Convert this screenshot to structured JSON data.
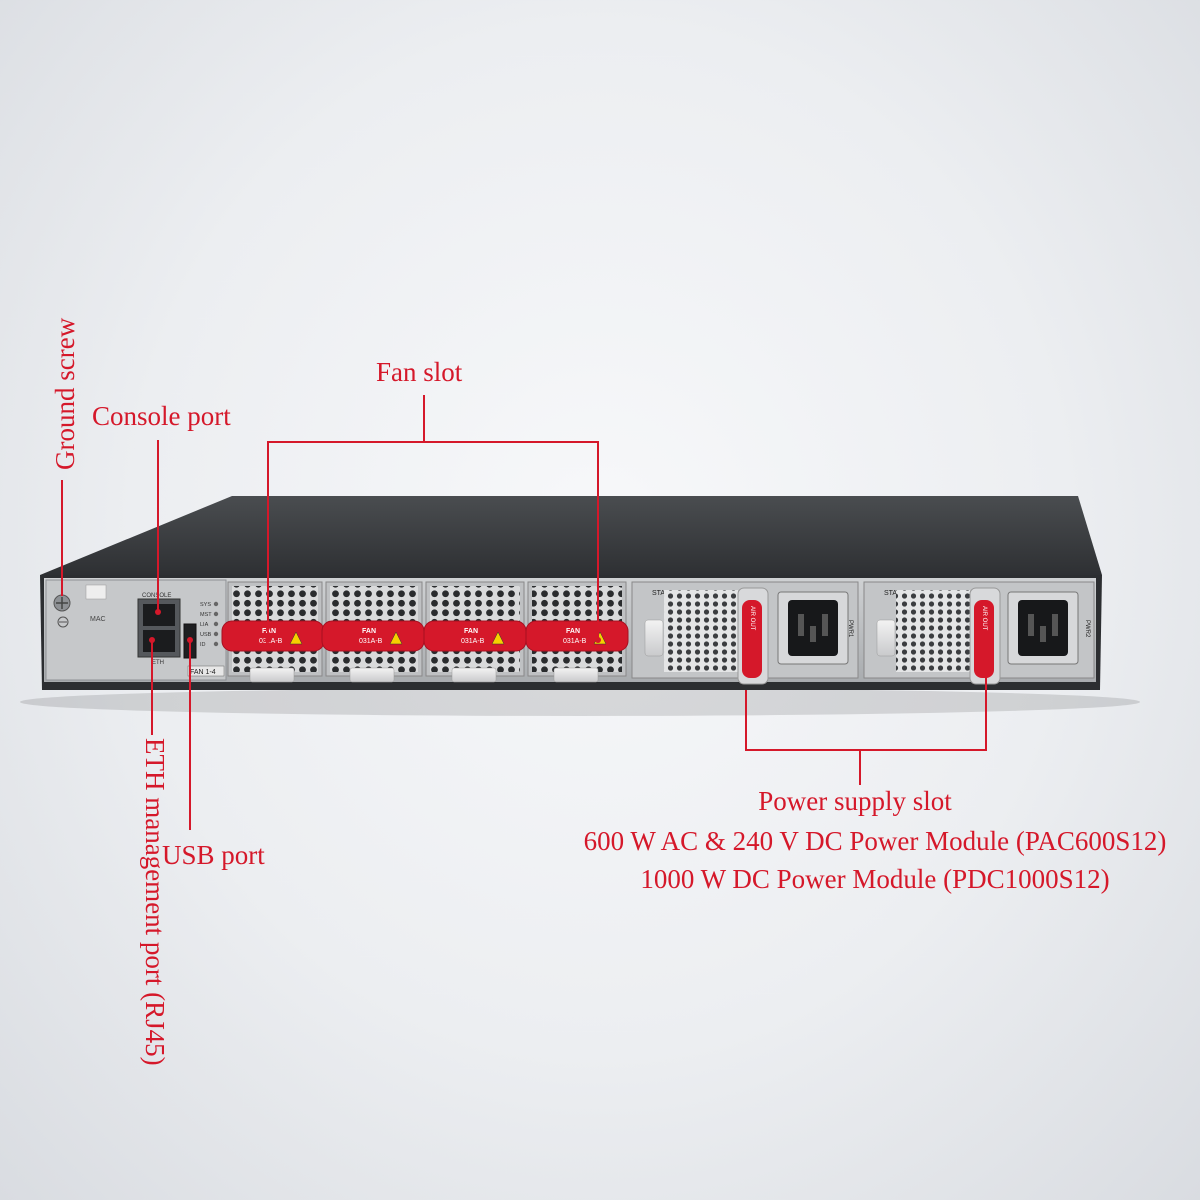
{
  "callouts": {
    "ground_screw": "Ground screw",
    "console_port": "Console port",
    "fan_slot": "Fan slot",
    "usb_port": "USB port",
    "eth_port": "ETH management port (RJ45)",
    "power_supply_slot": "Power supply slot",
    "power_module_1": "600 W AC & 240 V DC Power Module (PAC600S12)",
    "power_module_2": "1000 W DC Power Module (PDC1000S12)"
  },
  "panel_labels": {
    "console": "CONSOLE",
    "eth": "ETH",
    "mac": "MAC",
    "led_labels": [
      "SYS",
      "MST",
      "LIA",
      "USB",
      "ID"
    ],
    "fan_bay": "FAN 1-4",
    "fan_module_label": "FAN",
    "fan_module_model": "031A-B",
    "psu_stat": "STAT",
    "psu_pwr": "PWR1",
    "psu_pwr2": "PWR2",
    "psu_airflow": "AIR OUT"
  },
  "colors": {
    "accent": "#d5182a",
    "chassis_top": "#3a3d40",
    "panel_face": "#b9bcbf"
  }
}
